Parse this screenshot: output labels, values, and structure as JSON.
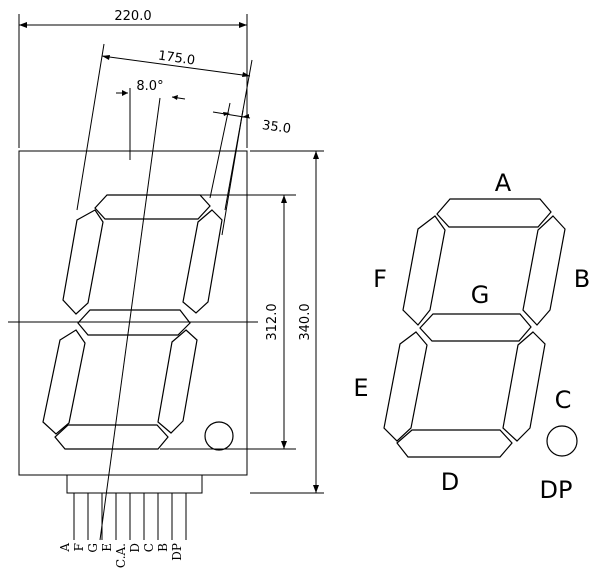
{
  "dimensions": {
    "total_width": "220.0",
    "digit_width": "175.0",
    "slant_angle": "8.0°",
    "digit_offset": "35.0",
    "digit_height": "312.0",
    "total_height": "340.0"
  },
  "pins": [
    "A",
    "F",
    "G",
    "E",
    "C.A.",
    "D",
    "C",
    "B",
    "DP"
  ],
  "segment_labels": {
    "a": "A",
    "b": "B",
    "c": "C",
    "d": "D",
    "e": "E",
    "f": "F",
    "g": "G",
    "dp": "DP"
  }
}
